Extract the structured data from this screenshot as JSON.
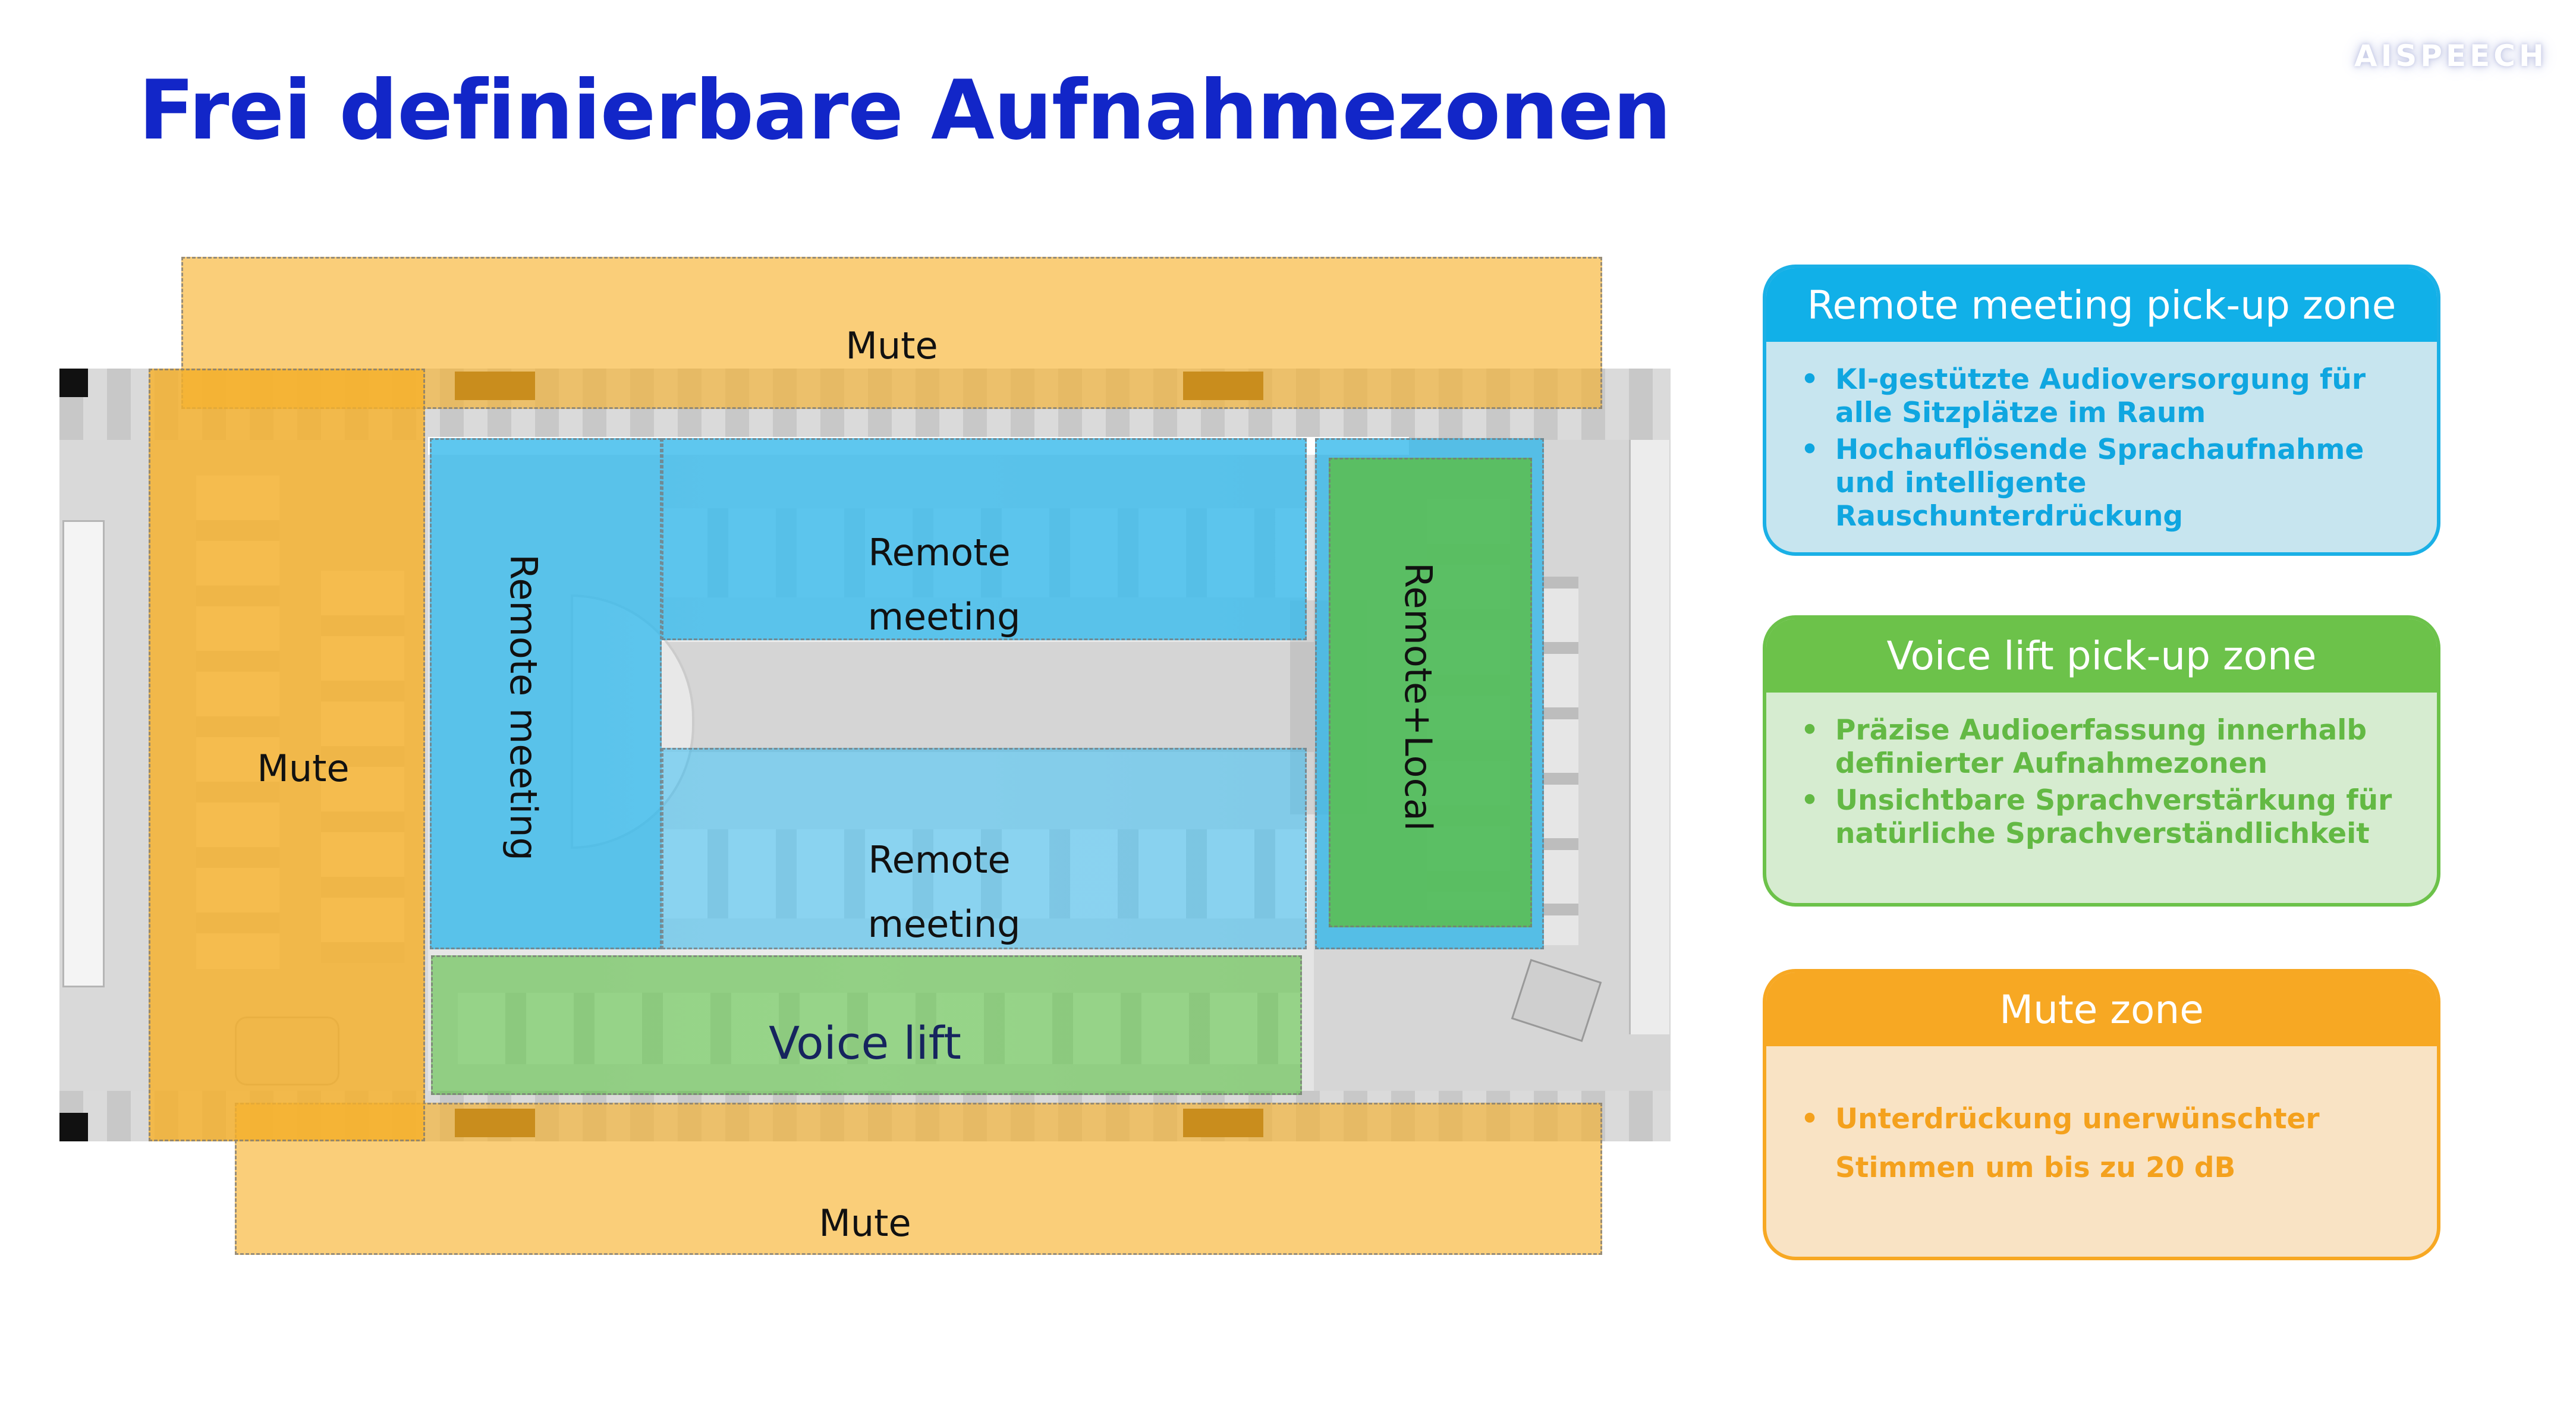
{
  "title": "Frei definierbare Aufnahmezonen",
  "logo": "AISPEECH",
  "zones": {
    "mute_top": "Mute",
    "mute_left": "Mute",
    "mute_bottom": "Mute",
    "remote_top_line1": "Remote",
    "remote_top_line2": "meeting",
    "remote_bottom_line1": "Remote",
    "remote_bottom_line2": "meeting",
    "remote_side": "Remote meeting",
    "remote_local": "Remote+Local",
    "voice_lift": "Voice lift"
  },
  "cards": {
    "remote": {
      "title": "Remote meeting pick-up zone",
      "bullets": [
        "KI-gestützte Audioversorgung für alle Sitzplätze im Raum",
        "Hochauflösende Sprachaufnahme und intelligente Rauschunterdrückung"
      ],
      "color": "#11b0e8"
    },
    "voice": {
      "title": "Voice lift pick-up zone",
      "bullets": [
        "Präzise Audioerfassung innerhalb definierter Aufnahmezonen",
        "Unsichtbare Sprachverstärkung für natürliche Sprachverständlichkeit"
      ],
      "color": "#6cc24a"
    },
    "mute": {
      "title": "Mute zone",
      "bullets": [
        "Unterdrückung unerwünschter Stimmen um bis zu 20 dB"
      ],
      "color": "#f7a823"
    }
  },
  "bullet_symbol": "•"
}
